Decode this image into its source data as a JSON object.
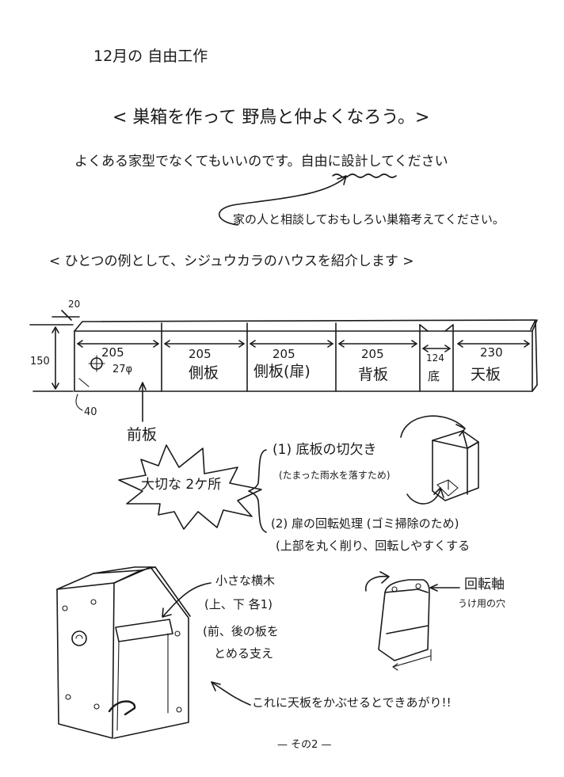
{
  "header": {
    "title": "12月の 自由工作"
  },
  "theme": "< 巣箱を作って 野鳥と仲よくなろう。>",
  "intro": "よくある家型でなくてもいいのです。自由に設計してください",
  "consult": "家の人と相談しておもしろい巣箱考えてください。",
  "example_title": "< ひとつの例として、シジュウカラのハウスを紹介します >",
  "plank": {
    "dim_top": "20",
    "dim_height": "150",
    "dim_hole_offset": "40",
    "pieces": [
      {
        "length": "205",
        "label": ""
      },
      {
        "length": "205",
        "label": "側板"
      },
      {
        "length": "205",
        "label": "側板(扉)"
      },
      {
        "length": "205",
        "label": "背板"
      },
      {
        "length": "124",
        "label": "底"
      },
      {
        "length": "230",
        "label": "天板"
      }
    ],
    "hole_label": "27φ",
    "front_label": "前板"
  },
  "important": {
    "label": "大切な 2ケ所",
    "point1_title": "(1) 底板の切欠き",
    "point1_note": "(たまった雨水を落すため)",
    "point2_title": "(2) 扉の回転処理 (ゴミ掃除のため)",
    "point2_note": "(上部を丸く削り、回転しやすくする"
  },
  "side_labels": {
    "axis_title": "回転軸",
    "axis_note": "うけ用の穴"
  },
  "crossbar": {
    "line1": "小さな横木",
    "line2": "(上、下 各1)",
    "line3": "(前、後の板を",
    "line4": "とめる支え"
  },
  "finish": "これに天板をかぶせるとできあがり!!",
  "page_no": "— その2 —"
}
